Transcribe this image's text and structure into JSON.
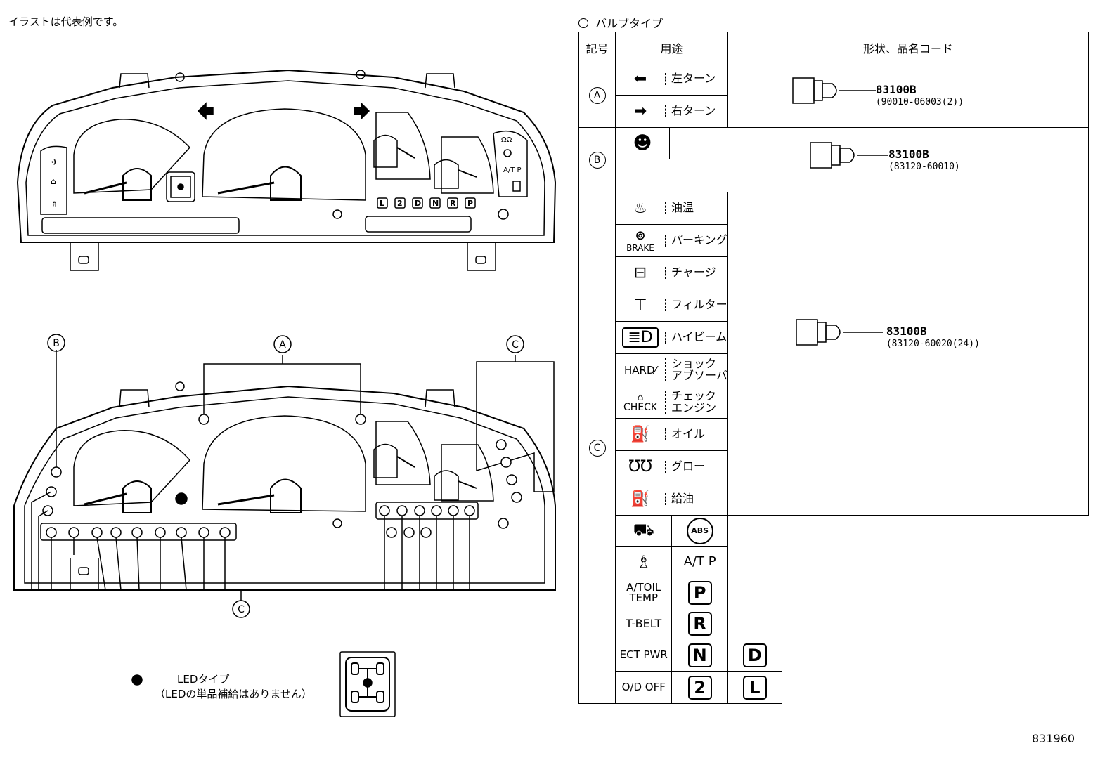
{
  "note": "イラストは代表例です。",
  "bulb_title": "バルブタイプ",
  "table": {
    "headers": {
      "symbol": "記号",
      "usage": "用途",
      "shape_code": "形状、品名コード"
    },
    "groups": [
      {
        "symbol": "A",
        "items": [
          {
            "icon": "left-arrow-icon",
            "label": "左ターン"
          },
          {
            "icon": "right-arrow-icon",
            "label": "右ターン"
          }
        ],
        "part": "83100B",
        "code": "(90010-06003(2))"
      },
      {
        "symbol": "B",
        "items": [
          {
            "icon": "airbag-icon",
            "label": ""
          }
        ],
        "part": "83100B",
        "code": "(83120-60010)"
      },
      {
        "symbol": "C",
        "items": [
          {
            "icon": "oil-temp-icon",
            "label": "油温"
          },
          {
            "icon": "brake-icon",
            "icon_text": "BRAKE",
            "label": "パーキング"
          },
          {
            "icon": "battery-icon",
            "label": "チャージ"
          },
          {
            "icon": "filter-icon",
            "label": "フィルター"
          },
          {
            "icon": "high-beam-icon",
            "label": "ハイビーム"
          },
          {
            "icon": "hard-shock-icon",
            "icon_text": "HARD",
            "label": "ショック\nアブソーバ"
          },
          {
            "icon": "check-engine-icon",
            "icon_text": "CHECK",
            "label": "チェック\nエンジン"
          },
          {
            "icon": "oil-can-icon",
            "label": "オイル"
          },
          {
            "icon": "glow-icon",
            "label": "グロー"
          },
          {
            "icon": "fuel-icon",
            "label": "給油"
          }
        ],
        "extra": [
          [
            "door-icon",
            "ABS"
          ],
          [
            "seatbelt-icon",
            "A/T P"
          ],
          [
            "A/TOIL TEMP",
            "P"
          ],
          [
            "T-BELT",
            "R"
          ],
          [
            "ECT PWR",
            "N",
            "D"
          ],
          [
            "O/D OFF",
            "2",
            "L"
          ]
        ],
        "part": "83100B",
        "code": "(83120-60020(24))"
      }
    ]
  },
  "callouts": {
    "a": "A",
    "b": "B",
    "c": "C"
  },
  "cluster_labels": {
    "shift": [
      "L",
      "2",
      "D",
      "N",
      "R",
      "P"
    ],
    "atp": "A/T P"
  },
  "led_note": {
    "line1": "LEDタイプ",
    "line2": "（LEDの単品補給はありません）"
  },
  "figure_number": "831960"
}
